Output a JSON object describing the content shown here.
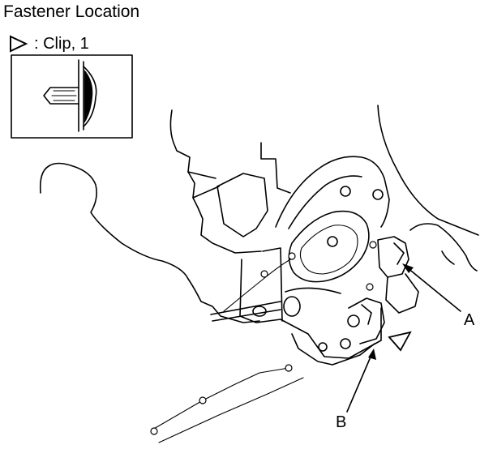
{
  "title": "Fastener Location",
  "legend": {
    "symbol": "clip-triangle-icon",
    "text": ": Clip, 1"
  },
  "callouts": {
    "a": "A",
    "b": "B"
  },
  "colors": {
    "ink": "#000000",
    "background": "#ffffff"
  }
}
